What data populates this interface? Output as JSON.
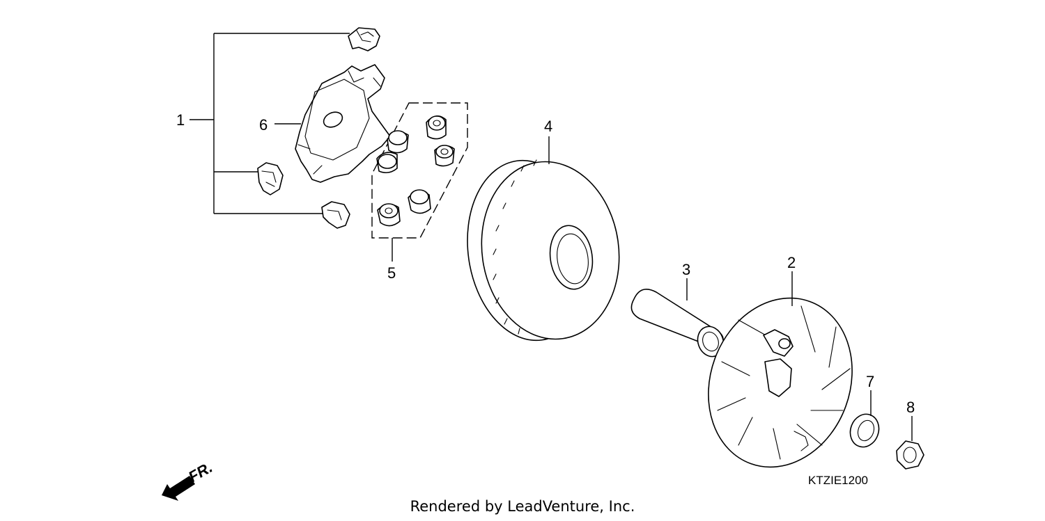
{
  "callouts": {
    "c1": "1",
    "c2": "2",
    "c3": "3",
    "c4": "4",
    "c5": "5",
    "c6": "6",
    "c7": "7",
    "c8": "8"
  },
  "front_marker": "FR.",
  "diagram_code": "KTZIE1200",
  "footer": "Rendered by LeadVenture, Inc.",
  "icons": [
    "front-direction-arrow-icon"
  ]
}
